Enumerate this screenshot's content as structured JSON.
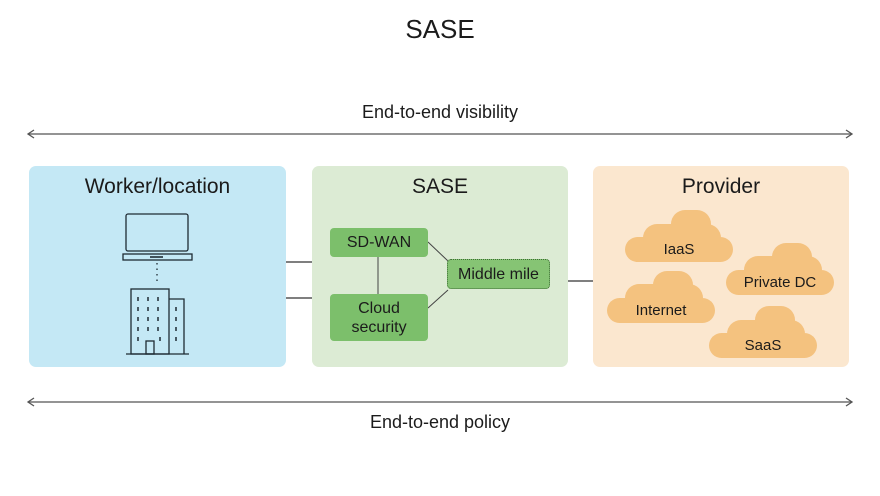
{
  "title": "SASE",
  "top_arrow": {
    "label": "End-to-end visibility"
  },
  "bottom_arrow": {
    "label": "End-to-end policy"
  },
  "panels": {
    "worker": {
      "title": "Worker/location",
      "color": "#c4e8f5",
      "icons": [
        "laptop-icon",
        "building-icon"
      ]
    },
    "sase": {
      "title": "SASE",
      "color": "#dcebd4",
      "boxes": [
        {
          "id": "sd-wan",
          "label": "SD-WAN"
        },
        {
          "id": "cloud-security",
          "label": "Cloud security"
        },
        {
          "id": "middle-mile",
          "label": "Middle mile",
          "border": "dotted"
        }
      ],
      "box_color": "#7cbf6b"
    },
    "provider": {
      "title": "Provider",
      "color": "#fbe7cf",
      "cloud_color": "#f4c27f",
      "clouds": [
        {
          "label": "IaaS"
        },
        {
          "label": "Private DC"
        },
        {
          "label": "Internet"
        },
        {
          "label": "SaaS"
        }
      ]
    }
  }
}
